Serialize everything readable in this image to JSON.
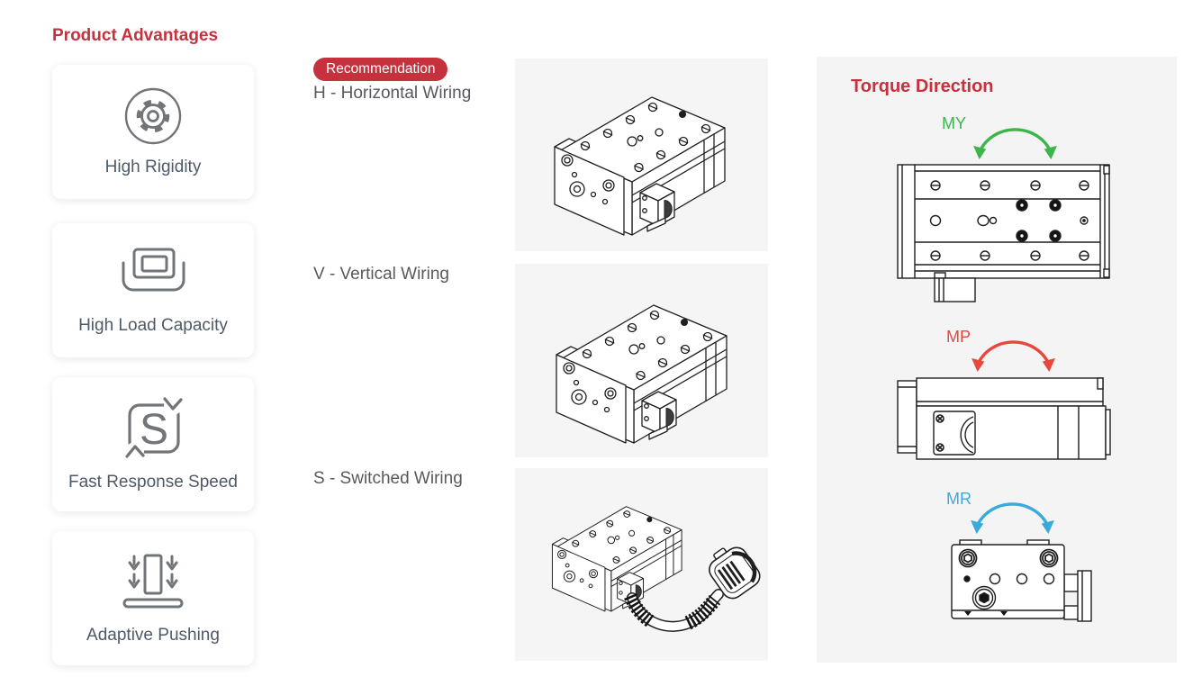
{
  "advantages": {
    "title": "Product Advantages",
    "cards": [
      {
        "label": "High Rigidity",
        "icon": "gear-circle-icon"
      },
      {
        "label": "High Load Capacity",
        "icon": "load-cradle-icon"
      },
      {
        "label": "Fast Response Speed",
        "icon": "s-refresh-icon",
        "icon_letter": "S"
      },
      {
        "label": "Adaptive Pushing",
        "icon": "push-down-icon"
      }
    ]
  },
  "wiring": {
    "recommendation_badge": "Recommendation",
    "options": [
      {
        "code": "H",
        "label": "H - Horizontal Wiring",
        "image": "actuator-isometric-drawing"
      },
      {
        "code": "V",
        "label": "V - Vertical Wiring",
        "image": "actuator-isometric-drawing"
      },
      {
        "code": "S",
        "label": "S - Switched Wiring",
        "image": "actuator-cable-plug-drawing"
      }
    ]
  },
  "torque_direction": {
    "title": "Torque Direction",
    "axes": [
      {
        "label": "MY",
        "color": "#3cb54b",
        "view": "actuator-top-view"
      },
      {
        "label": "MP",
        "color": "#e8473b",
        "view": "actuator-side-view"
      },
      {
        "label": "MR",
        "color": "#3aa9dc",
        "view": "actuator-end-view"
      }
    ]
  },
  "colors": {
    "accent_red": "#c5323e",
    "my_green": "#3cb54b",
    "mp_red": "#e8473b",
    "mr_blue": "#3aa9dc",
    "panel_bg": "#f4f4f5",
    "image_box_bg": "#f5f5f5",
    "card_label_text": "#4e5a68",
    "wiring_label_text": "#56595d",
    "icon_stroke": "#717479",
    "drawing_stroke": "#1f1f1f"
  }
}
